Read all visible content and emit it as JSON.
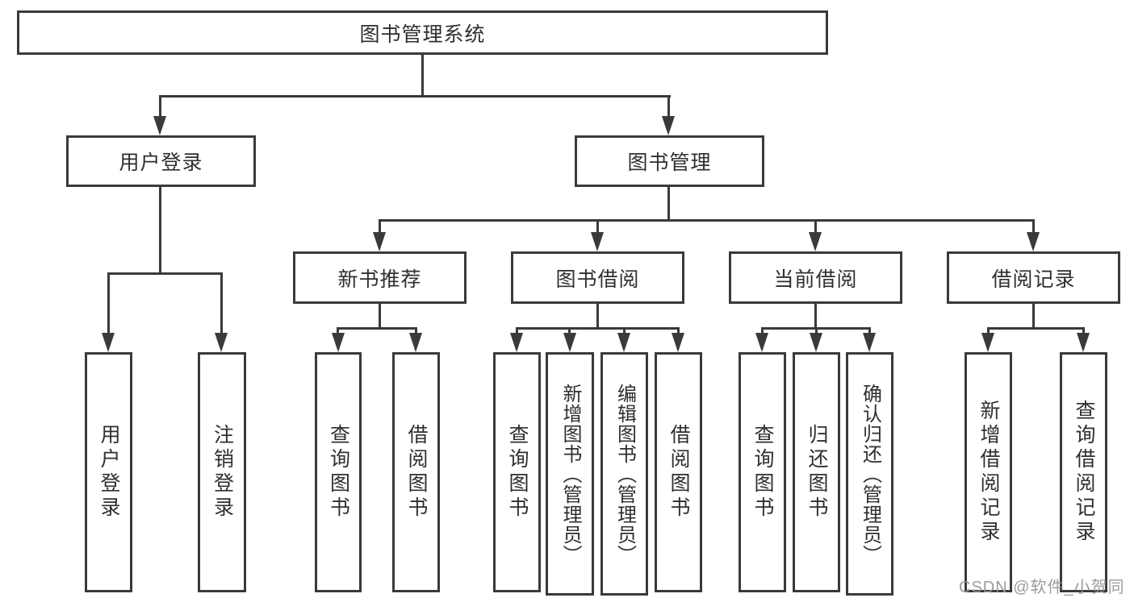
{
  "diagram": {
    "root": {
      "label": "图书管理系统"
    },
    "branches": [
      {
        "label": "用户登录",
        "children": [
          {
            "label": "用户登录"
          },
          {
            "label": "注销登录"
          }
        ]
      },
      {
        "label": "图书管理",
        "groups": [
          {
            "label": "新书推荐",
            "children": [
              {
                "label": "查询图书"
              },
              {
                "label": "借阅图书"
              }
            ]
          },
          {
            "label": "图书借阅",
            "children": [
              {
                "label": "查询图书"
              },
              {
                "label": "新增图书（管理员）"
              },
              {
                "label": "编辑图书（管理员）"
              },
              {
                "label": "借阅图书"
              }
            ]
          },
          {
            "label": "当前借阅",
            "children": [
              {
                "label": "查询图书"
              },
              {
                "label": "归还图书"
              },
              {
                "label": "确认归还（管理员）"
              }
            ]
          },
          {
            "label": "借阅记录",
            "children": [
              {
                "label": "新增借阅记录"
              },
              {
                "label": "查询借阅记录"
              }
            ]
          }
        ]
      }
    ],
    "watermark": "CSDN @软件_小贺同学",
    "colors": {
      "line": "#3a3a3a",
      "text": "#2f2f2f",
      "watermark": "#949494",
      "background": "#ffffff"
    }
  }
}
